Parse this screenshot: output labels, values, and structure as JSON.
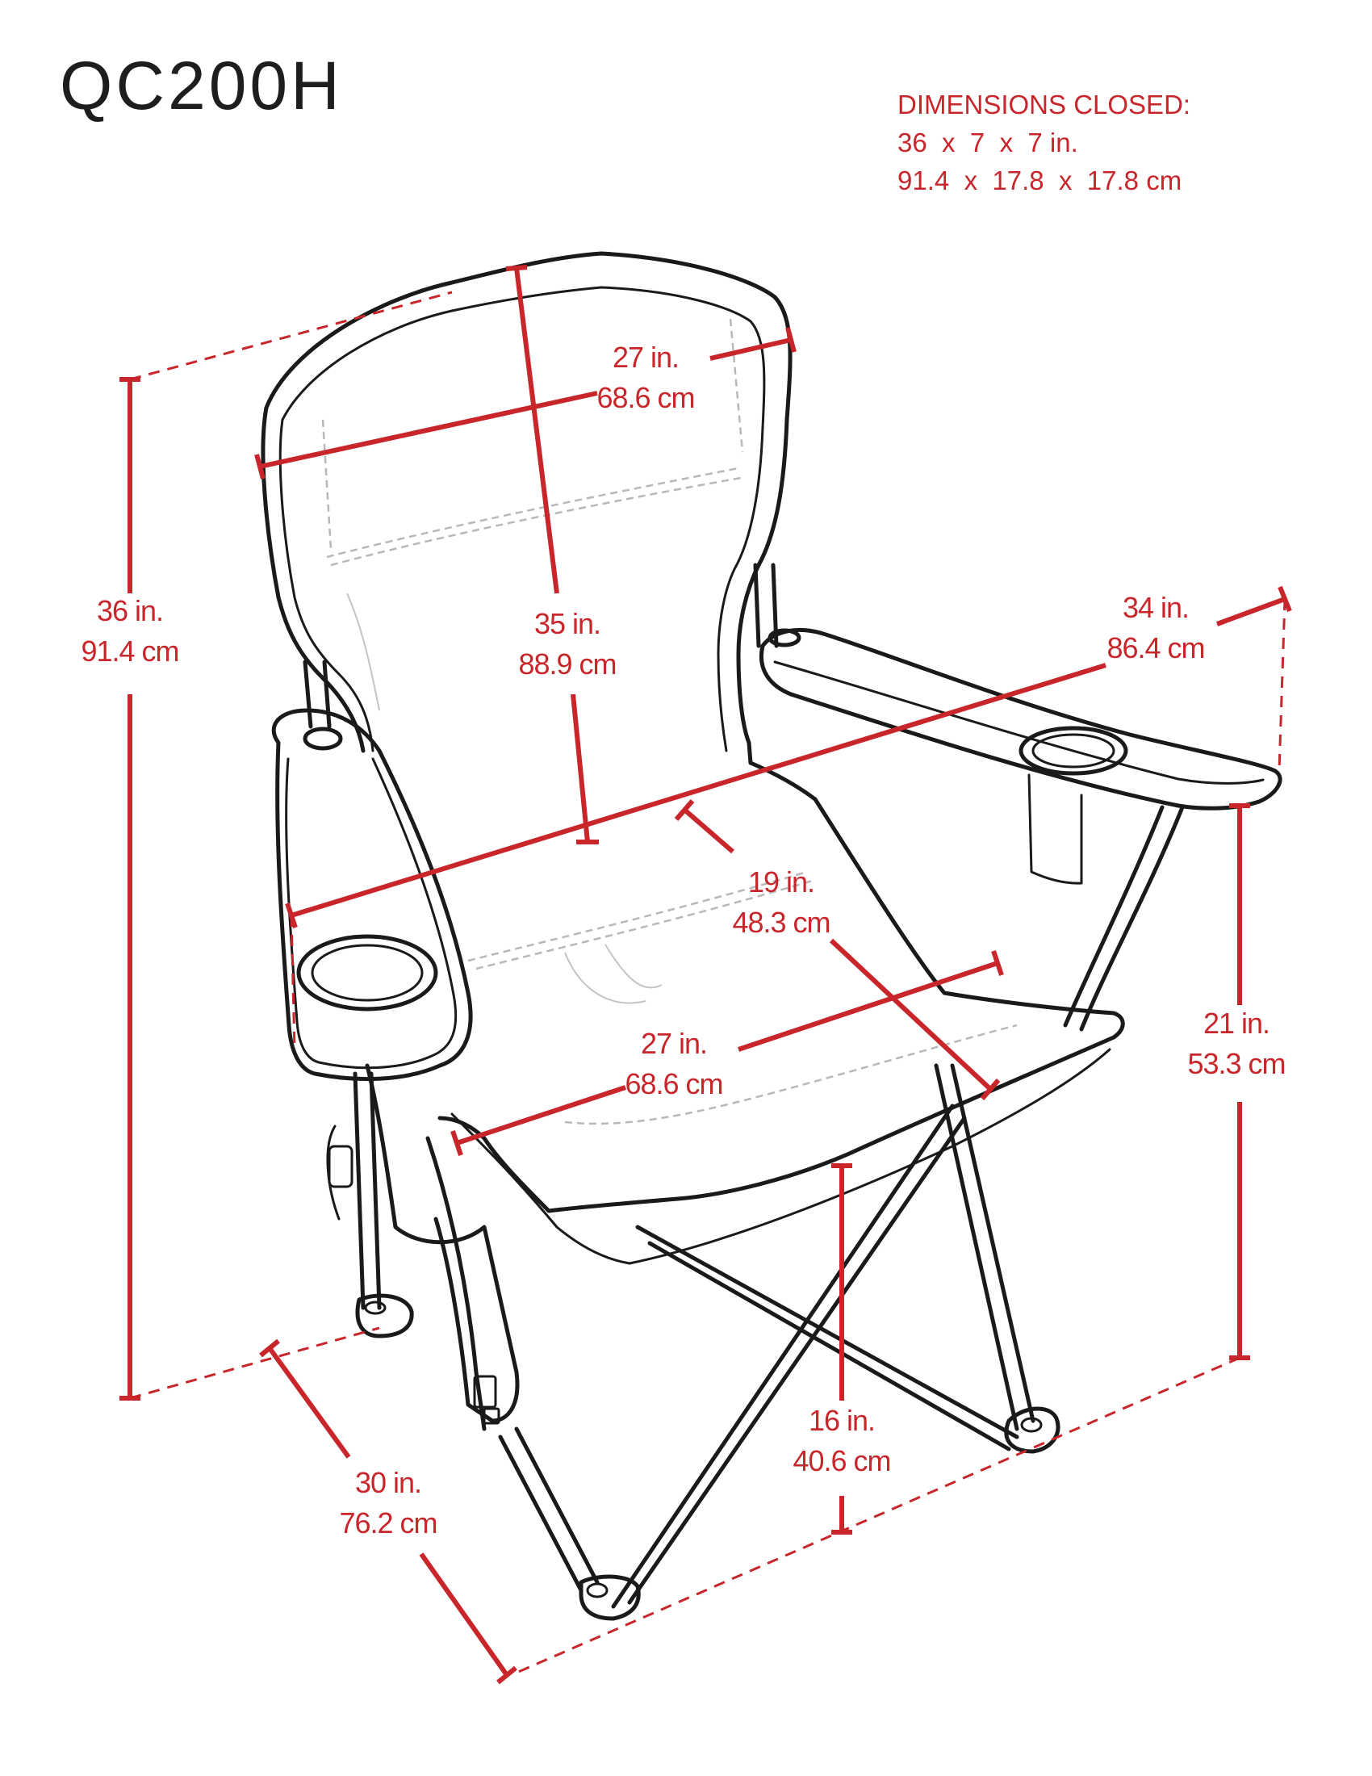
{
  "model": "QC200H",
  "closed": {
    "heading": "DIMENSIONS CLOSED:",
    "imperial": "36  x  7  x  7 in.",
    "metric": "91.4  x  17.8  x  17.8 cm"
  },
  "dimensions": {
    "backrest_width": {
      "imperial": "27 in.",
      "metric": "68.6 cm"
    },
    "back_height": {
      "imperial": "35 in.",
      "metric": "88.9 cm"
    },
    "total_height": {
      "imperial": "36 in.",
      "metric": "91.4 cm"
    },
    "armrest_width": {
      "imperial": "34 in.",
      "metric": "86.4 cm"
    },
    "seat_depth": {
      "imperial": "19 in.",
      "metric": "48.3 cm"
    },
    "seat_width": {
      "imperial": "27 in.",
      "metric": "68.6 cm"
    },
    "arm_height": {
      "imperial": "21 in.",
      "metric": "53.3 cm"
    },
    "seat_height": {
      "imperial": "16 in.",
      "metric": "40.6 cm"
    },
    "depth": {
      "imperial": "30 in.",
      "metric": "76.2 cm"
    }
  },
  "colors": {
    "dimension": "#c8262b",
    "ink": "#1a1a1a"
  }
}
